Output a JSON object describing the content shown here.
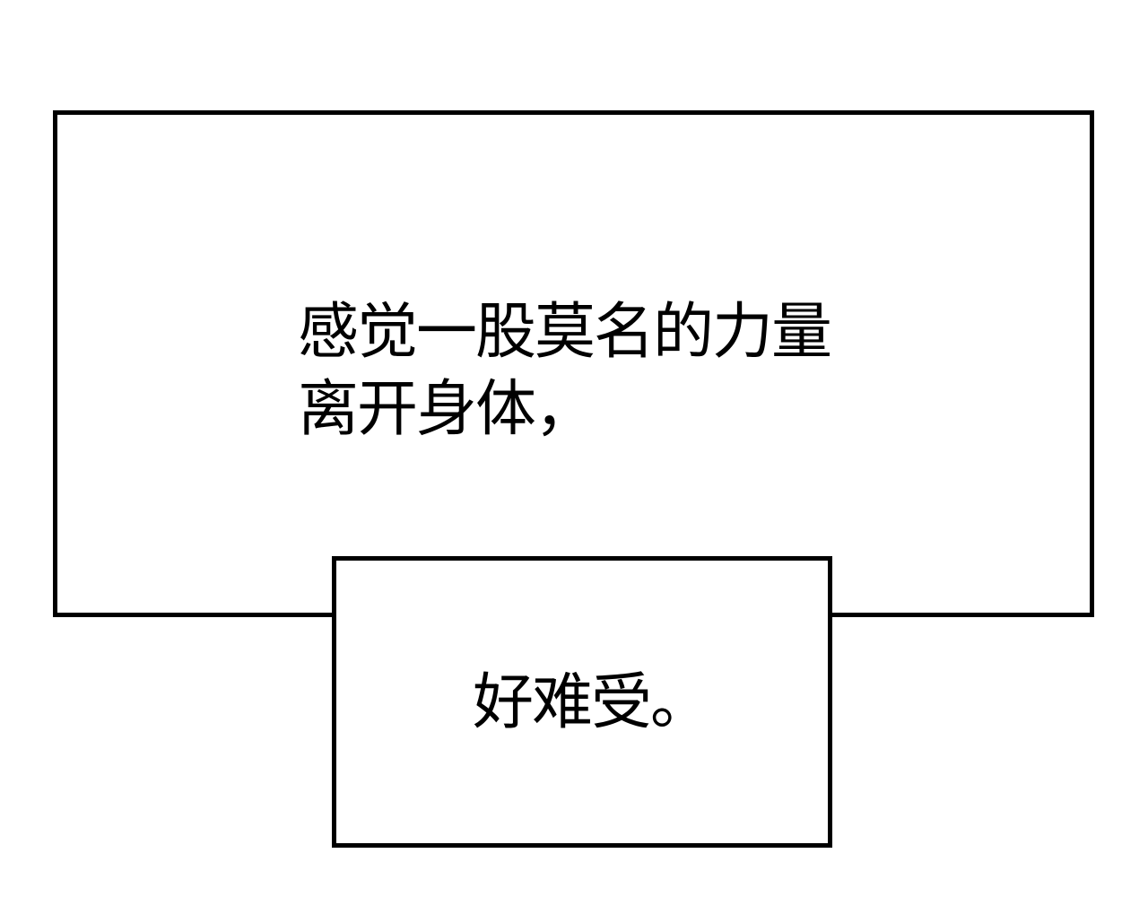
{
  "panel": {
    "background": "#ffffff",
    "border_color": "#000000"
  },
  "captions": [
    {
      "lines": [
        "感觉一股莫名的力量",
        "离开身体，"
      ]
    },
    {
      "lines": [
        "好难受。"
      ]
    }
  ]
}
